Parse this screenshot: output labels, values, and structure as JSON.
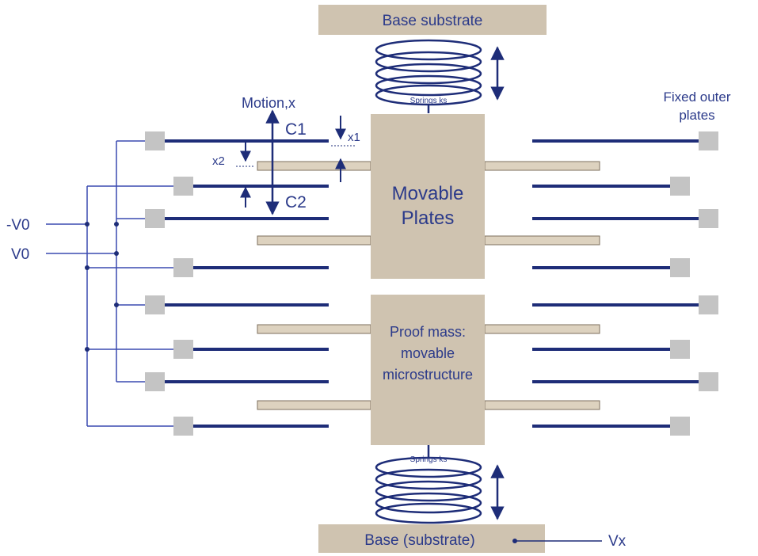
{
  "labels": {
    "base_substrate": "Base substrate",
    "springs_top": "Springs ks",
    "springs_bottom": "Springs ks",
    "fixed_outer_plates_line1": "Fixed outer",
    "fixed_outer_plates_line2": "plates",
    "motion": "Motion,x",
    "c1": "C1",
    "c2": "C2",
    "x1": "x1",
    "x2": "x2",
    "movable_plates_line1": "Movable",
    "movable_plates_line2": "Plates",
    "proof_mass_line1": "Proof mass:",
    "proof_mass_line2": "movable",
    "proof_mass_line3": "microstructure",
    "neg_v0": "-V0",
    "v0": "V0",
    "base_bottom": "Base (substrate)",
    "vx": "Vx"
  },
  "colors": {
    "text": "#2b3a8a",
    "plate_line": "#1e2d78",
    "wire": "#3a4ab0",
    "substrate_fill": "#cfc3b0",
    "substrate_stroke": "#7d6f5c",
    "pad_fill": "#c4c4c4",
    "finger_fill": "#ddd2bf"
  }
}
